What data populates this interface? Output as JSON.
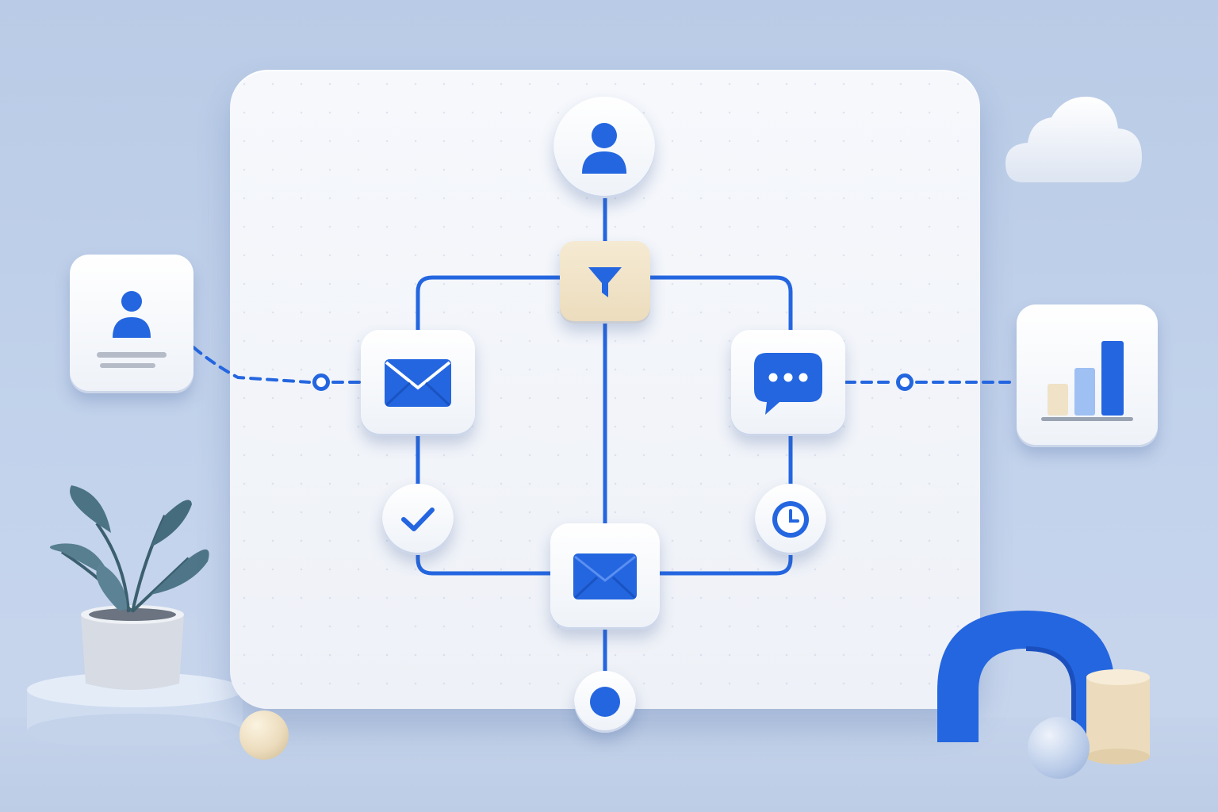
{
  "diagram": {
    "title": "",
    "nodes": [
      {
        "id": "start",
        "icon": "user-icon"
      },
      {
        "id": "filter",
        "icon": "funnel-icon"
      },
      {
        "id": "email-left",
        "icon": "envelope-icon"
      },
      {
        "id": "chat-right",
        "icon": "chat-bubble-icon"
      },
      {
        "id": "check",
        "icon": "checkmark-icon"
      },
      {
        "id": "clock",
        "icon": "clock-icon"
      },
      {
        "id": "email-bottom",
        "icon": "envelope-icon"
      },
      {
        "id": "end",
        "icon": "dot-icon"
      },
      {
        "id": "contact-card",
        "icon": "contact-card-icon"
      },
      {
        "id": "analytics",
        "icon": "bar-chart-icon"
      }
    ],
    "edges": [
      {
        "from": "start",
        "to": "filter",
        "style": "solid"
      },
      {
        "from": "filter",
        "to": "email-left",
        "style": "solid"
      },
      {
        "from": "filter",
        "to": "chat-right",
        "style": "solid"
      },
      {
        "from": "filter",
        "to": "email-bottom",
        "style": "solid"
      },
      {
        "from": "email-left",
        "to": "check",
        "style": "solid"
      },
      {
        "from": "chat-right",
        "to": "clock",
        "style": "solid"
      },
      {
        "from": "check",
        "to": "email-bottom",
        "style": "solid"
      },
      {
        "from": "clock",
        "to": "email-bottom",
        "style": "solid"
      },
      {
        "from": "email-bottom",
        "to": "end",
        "style": "solid"
      },
      {
        "from": "contact-card",
        "to": "email-left",
        "style": "dashed"
      },
      {
        "from": "chat-right",
        "to": "analytics",
        "style": "dashed"
      }
    ]
  },
  "colors": {
    "accent": "#2466e0",
    "background": "#bfd0ea",
    "board": "#f2f4f9",
    "beige": "#efe2c6"
  },
  "decor": [
    "cloud-icon",
    "plant-icon",
    "arch-shape",
    "sphere-shape",
    "cylinder-shape"
  ]
}
